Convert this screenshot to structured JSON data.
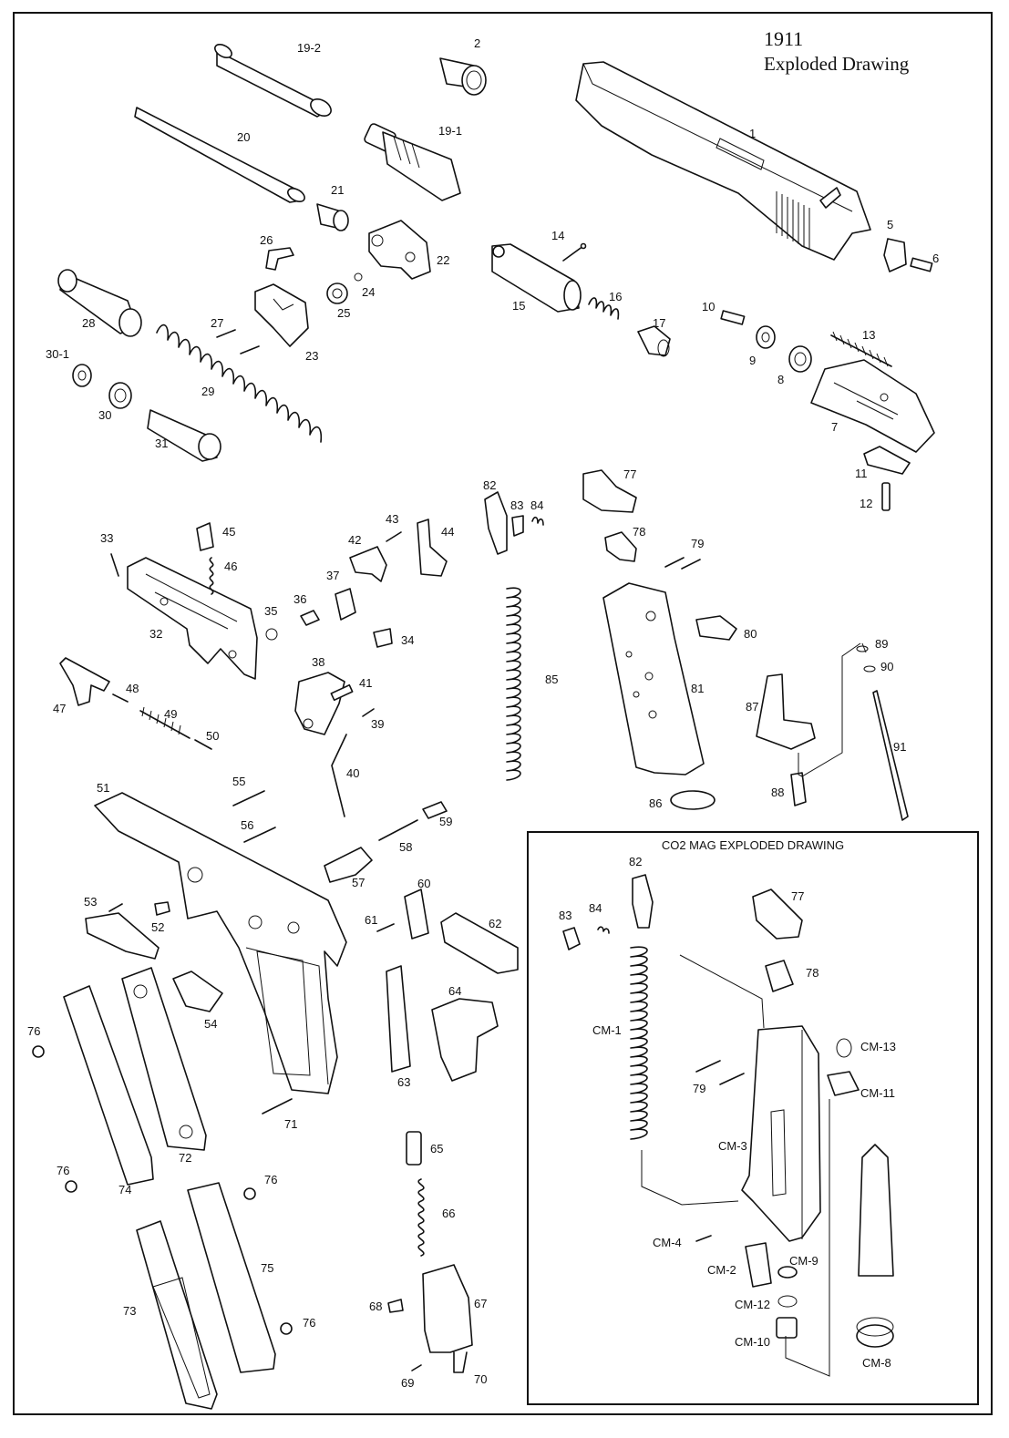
{
  "title": {
    "model": "1911",
    "subtitle": "Exploded Drawing"
  },
  "co2_panel": {
    "title": "CO2 MAG EXPLODED DRAWING"
  },
  "part_labels": {
    "p19_2": "19-2",
    "p2": "2",
    "p19_1": "19-1",
    "p20": "20",
    "p21": "21",
    "p1": "1",
    "p26": "26",
    "p22": "22",
    "p14": "14",
    "p24": "24",
    "p25": "25",
    "p15": "15",
    "p16": "16",
    "p17": "17",
    "p5": "5",
    "p6": "6",
    "p28": "28",
    "p27": "27",
    "p23": "23",
    "p10": "10",
    "p13": "13",
    "p9": "9",
    "p8": "8",
    "p30_1": "30-1",
    "p29": "29",
    "p30": "30",
    "p31": "31",
    "p7": "7",
    "p11": "11",
    "p12": "12",
    "p82": "82",
    "p83": "83",
    "p84": "84",
    "p77": "77",
    "p43": "43",
    "p45": "45",
    "p42": "42",
    "p44": "44",
    "p33": "33",
    "p46": "46",
    "p78": "78",
    "p79": "79",
    "p37": "37",
    "p36": "36",
    "p35": "35",
    "p32": "32",
    "p34": "34",
    "p80": "80",
    "p89": "89",
    "p90": "90",
    "p38": "38",
    "p41": "41",
    "p47": "47",
    "p48": "48",
    "p49": "49",
    "p39": "39",
    "p50": "50",
    "p85": "85",
    "p81": "81",
    "p87": "87",
    "p91": "91",
    "p40": "40",
    "p88": "88",
    "p86": "86",
    "p51": "51",
    "p55": "55",
    "p56": "56",
    "p59": "59",
    "p58": "58",
    "p57": "57",
    "p60": "60",
    "p53": "53",
    "p52": "52",
    "p61": "61",
    "p62": "62",
    "p64": "64",
    "p54": "54",
    "p76a": "76",
    "p63": "63",
    "p71": "71",
    "p65": "65",
    "p72": "72",
    "p76b": "76",
    "p74": "74",
    "p76c": "76",
    "p66": "66",
    "p75": "75",
    "p73": "73",
    "p68": "68",
    "p67": "67",
    "p76d": "76",
    "p69": "69",
    "p70": "70"
  },
  "co2_labels": {
    "c82": "82",
    "c83": "83",
    "c84": "84",
    "c77": "77",
    "c78": "78",
    "cm1": "CM-1",
    "cm13": "CM-13",
    "c79": "79",
    "cm11": "CM-11",
    "cm3": "CM-3",
    "cm4": "CM-4",
    "cm9": "CM-9",
    "cm2": "CM-2",
    "cm12": "CM-12",
    "cm10": "CM-10",
    "cm8": "CM-8"
  }
}
